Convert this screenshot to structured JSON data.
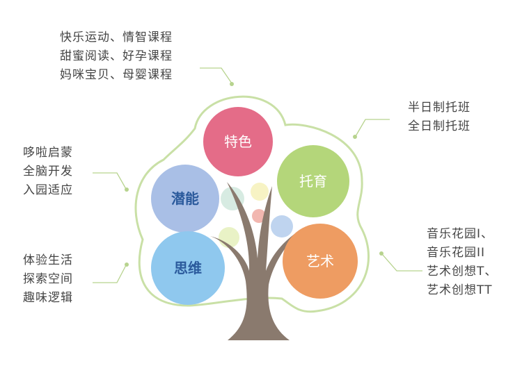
{
  "circles": [
    {
      "key": "teshe",
      "label": "特色",
      "fill": "#e46c88",
      "text_color": "#ffffff"
    },
    {
      "key": "tuoyu",
      "label": "托育",
      "fill": "#b4d67a",
      "text_color": "#ffffff"
    },
    {
      "key": "qianneng",
      "label": "潜能",
      "fill": "#a9bfe6",
      "text_color": "#2b5a9c"
    },
    {
      "key": "siwei",
      "label": "思维",
      "fill": "#8fc8ee",
      "text_color": "#2b5a9c"
    },
    {
      "key": "yishu",
      "label": "艺术",
      "fill": "#ee9c62",
      "text_color": "#ffffff"
    }
  ],
  "annotations": {
    "top": [
      "快乐运动、情智课程",
      "甜蜜阅读、好孕课程",
      "妈咪宝贝、母婴课程"
    ],
    "top_right": [
      "半日制托班",
      "全日制托班"
    ],
    "left": [
      "哆啦启蒙",
      "全脑开发",
      "入园适应"
    ],
    "bottom_left": [
      "体验生活",
      "探索空间",
      "趣味逻辑"
    ],
    "bottom_right": [
      "音乐花园I、",
      "音乐花园II",
      "艺术创想T、",
      "艺术创想TT"
    ]
  },
  "colors": {
    "outline": "#c9e0a6",
    "leader": "#b7d38e",
    "trunk": "#8a7a6e",
    "annotation_text": "#444444"
  }
}
